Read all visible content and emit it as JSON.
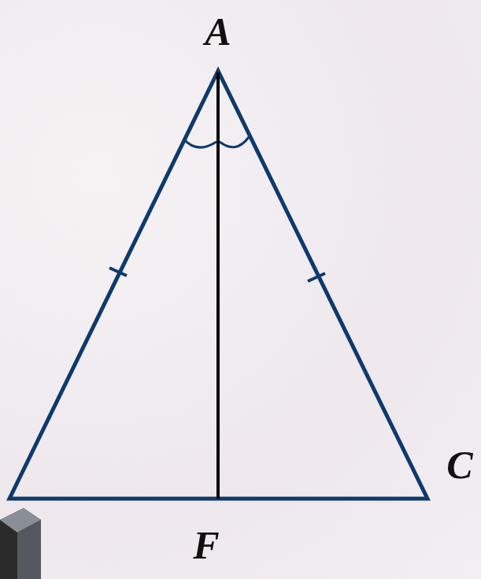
{
  "diagram": {
    "labels": [
      "A",
      "C",
      "F"
    ]
  }
}
